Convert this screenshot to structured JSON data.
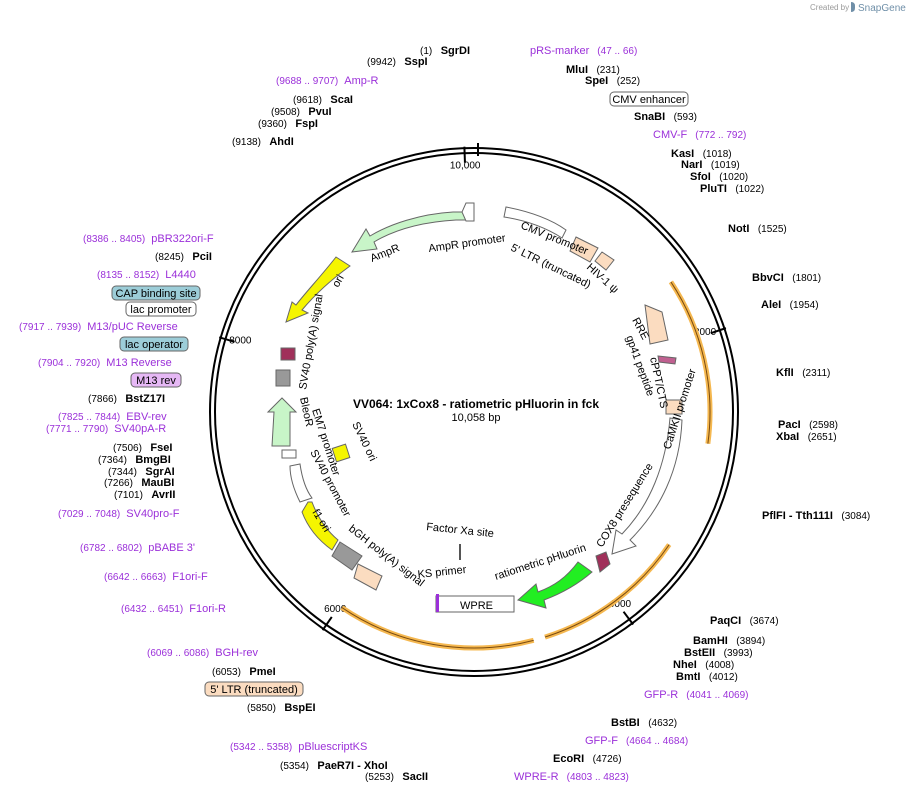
{
  "credit": {
    "prefix": "Created by",
    "brand": "SnapGene"
  },
  "map": {
    "title": "VV064: 1xCox8 - ratiometric pHluorin in fck",
    "subtitle": "10,058 bp",
    "length": 10058,
    "ticks": [
      {
        "pos": 10000,
        "label": "10,000"
      },
      {
        "pos": 2000,
        "label": "2000"
      },
      {
        "pos": 4000,
        "label": "4000"
      },
      {
        "pos": 6000,
        "label": "6000"
      },
      {
        "pos": 8000,
        "label": "8000"
      }
    ]
  },
  "sites": [
    {
      "name": "SgrDI",
      "pos": "(1)"
    },
    {
      "name": "SspI",
      "pos": "(9942)"
    },
    {
      "name": "ScaI",
      "pos": "(9618)"
    },
    {
      "name": "PvuI",
      "pos": "(9508)"
    },
    {
      "name": "FspI",
      "pos": "(9360)"
    },
    {
      "name": "AhdI",
      "pos": "(9138)"
    },
    {
      "name": "PciI",
      "pos": "(8245)"
    },
    {
      "name": "BstZ17I",
      "pos": "(7866)"
    },
    {
      "name": "FseI",
      "pos": "(7506)"
    },
    {
      "name": "BmgBI",
      "pos": "(7364)"
    },
    {
      "name": "SgrAI",
      "pos": "(7344)"
    },
    {
      "name": "MauBI",
      "pos": "(7266)"
    },
    {
      "name": "AvrII",
      "pos": "(7101)"
    },
    {
      "name": "PmeI",
      "pos": "(6053)"
    },
    {
      "name": "BspEI",
      "pos": "(5850)"
    },
    {
      "name": "PaeR7I - XhoI",
      "pos": "(5354)"
    },
    {
      "name": "SacII",
      "pos": "(5253)"
    },
    {
      "name": "EcoRI",
      "pos": "(4726)"
    },
    {
      "name": "BstBI",
      "pos": "(4632)"
    },
    {
      "name": "BmtI",
      "pos": "(4012)"
    },
    {
      "name": "NheI",
      "pos": "(4008)"
    },
    {
      "name": "BstEII",
      "pos": "(3993)"
    },
    {
      "name": "BamHI",
      "pos": "(3894)"
    },
    {
      "name": "PaqCI",
      "pos": "(3674)"
    },
    {
      "name": "PflFI - Tth111I",
      "pos": "(3084)"
    },
    {
      "name": "XbaI",
      "pos": "(2651)"
    },
    {
      "name": "PacI",
      "pos": "(2598)"
    },
    {
      "name": "KflI",
      "pos": "(2311)"
    },
    {
      "name": "AleI",
      "pos": "(1954)"
    },
    {
      "name": "BbvCI",
      "pos": "(1801)"
    },
    {
      "name": "NotI",
      "pos": "(1525)"
    },
    {
      "name": "PluTI",
      "pos": "(1022)"
    },
    {
      "name": "SfoI",
      "pos": "(1020)"
    },
    {
      "name": "NarI",
      "pos": "(1019)"
    },
    {
      "name": "KasI",
      "pos": "(1018)"
    },
    {
      "name": "SnaBI",
      "pos": "(593)"
    },
    {
      "name": "SpeI",
      "pos": "(252)"
    },
    {
      "name": "MluI",
      "pos": "(231)"
    }
  ],
  "primers": [
    {
      "name": "pRS-marker",
      "range": "(47 .. 66)"
    },
    {
      "name": "Amp-R",
      "range": "(9688 .. 9707)"
    },
    {
      "name": "CMV-F",
      "range": "(772 .. 792)"
    },
    {
      "name": "pBR322ori-F",
      "range": "(8386 .. 8405)"
    },
    {
      "name": "L4440",
      "range": "(8135 .. 8152)"
    },
    {
      "name": "M13/pUC Reverse",
      "range": "(7917 .. 7939)"
    },
    {
      "name": "M13 Reverse",
      "range": "(7904 .. 7920)"
    },
    {
      "name": "EBV-rev",
      "range": "(7825 .. 7844)"
    },
    {
      "name": "SV40pA-R",
      "range": "(7771 .. 7790)"
    },
    {
      "name": "SV40pro-F",
      "range": "(7029 .. 7048)"
    },
    {
      "name": "pBABE 3'",
      "range": "(6782 .. 6802)"
    },
    {
      "name": "F1ori-F",
      "range": "(6642 .. 6663)"
    },
    {
      "name": "F1ori-R",
      "range": "(6432 .. 6451)"
    },
    {
      "name": "BGH-rev",
      "range": "(6069 .. 6086)"
    },
    {
      "name": "pBluescriptKS",
      "range": "(5342 .. 5358)"
    },
    {
      "name": "WPRE-R",
      "range": "(4803 .. 4823)"
    },
    {
      "name": "GFP-F",
      "range": "(4664 .. 4684)"
    },
    {
      "name": "GFP-R",
      "range": "(4041 .. 4069)"
    }
  ],
  "boxed_labels": [
    {
      "text": "CMV enhancer",
      "style": "white"
    },
    {
      "text": "CAP binding site",
      "style": "teal"
    },
    {
      "text": "lac promoter",
      "style": "white"
    },
    {
      "text": "lac operator",
      "style": "teal"
    },
    {
      "text": "M13 rev",
      "style": "purple"
    },
    {
      "text": "5' LTR (truncated)",
      "style": "peach"
    }
  ],
  "inner_features": {
    "AmpR": "AmpR",
    "AmpR_promoter": "AmpR promoter",
    "CMV_promoter": "CMV promoter",
    "LTR5": "5' LTR (truncated)",
    "HIV": "HIV-1 ψ",
    "ori": "ori",
    "SV40_polyA": "SV40 poly(A) signal",
    "RRE": "RRE",
    "gp41": "gp41 peptide",
    "cPPT": "cPPT/CTS",
    "CaMKII": "CaMKII promoter",
    "COX8": "COX8 presequence",
    "pHluorin": "ratiometric pHluorin",
    "WPRE": "WPRE",
    "KS_primer": "KS primer",
    "FactorXa": "Factor Xa site",
    "bGH": "bGH poly(A) signal",
    "f1ori": "f1 ori",
    "SV40_promoter": "SV40 promoter",
    "EM7": "EM7 promoter",
    "BleoR": "BleoR",
    "SV40_ori": "SV40 ori"
  },
  "colors": {
    "backbone": "#000000",
    "primer": "#9b30d9",
    "ampr": "#c8f5c8",
    "ori": "#f5f500",
    "ltr": "#fbdcc0",
    "orf_glow": "#f5b850",
    "pHluorin": "#22ee22",
    "cox8": "#a0305a",
    "teal": "#9ccdd8",
    "purple_box": "#e6b8f5",
    "gray": "#999999"
  }
}
